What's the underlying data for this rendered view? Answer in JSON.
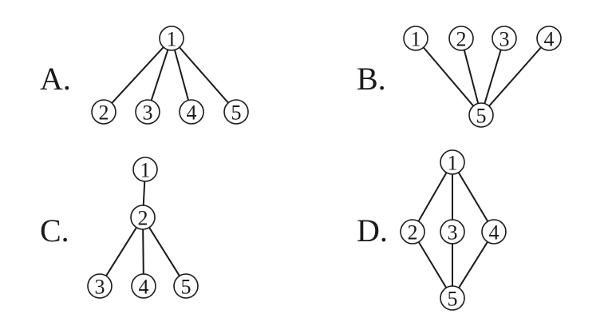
{
  "options": [
    {
      "label": "A.",
      "nodes": [
        {
          "id": "1",
          "text": "1"
        },
        {
          "id": "2",
          "text": "2"
        },
        {
          "id": "3",
          "text": "3"
        },
        {
          "id": "4",
          "text": "4"
        },
        {
          "id": "5",
          "text": "5"
        }
      ],
      "edges": [
        [
          "1",
          "2"
        ],
        [
          "1",
          "3"
        ],
        [
          "1",
          "4"
        ],
        [
          "1",
          "5"
        ]
      ]
    },
    {
      "label": "B.",
      "nodes": [
        {
          "id": "1",
          "text": "1"
        },
        {
          "id": "2",
          "text": "2"
        },
        {
          "id": "3",
          "text": "3"
        },
        {
          "id": "4",
          "text": "4"
        },
        {
          "id": "5",
          "text": "5"
        }
      ],
      "edges": [
        [
          "1",
          "5"
        ],
        [
          "2",
          "5"
        ],
        [
          "3",
          "5"
        ],
        [
          "4",
          "5"
        ]
      ]
    },
    {
      "label": "C.",
      "nodes": [
        {
          "id": "1",
          "text": "1"
        },
        {
          "id": "2",
          "text": "2"
        },
        {
          "id": "3",
          "text": "3"
        },
        {
          "id": "4",
          "text": "4"
        },
        {
          "id": "5",
          "text": "5"
        }
      ],
      "edges": [
        [
          "1",
          "2"
        ],
        [
          "2",
          "3"
        ],
        [
          "2",
          "4"
        ],
        [
          "2",
          "5"
        ]
      ]
    },
    {
      "label": "D.",
      "nodes": [
        {
          "id": "1",
          "text": "1"
        },
        {
          "id": "2",
          "text": "2"
        },
        {
          "id": "3",
          "text": "3"
        },
        {
          "id": "4",
          "text": "4"
        },
        {
          "id": "5",
          "text": "5"
        }
      ],
      "edges": [
        [
          "1",
          "2"
        ],
        [
          "1",
          "3"
        ],
        [
          "1",
          "4"
        ],
        [
          "2",
          "5"
        ],
        [
          "3",
          "5"
        ],
        [
          "4",
          "5"
        ]
      ]
    }
  ]
}
